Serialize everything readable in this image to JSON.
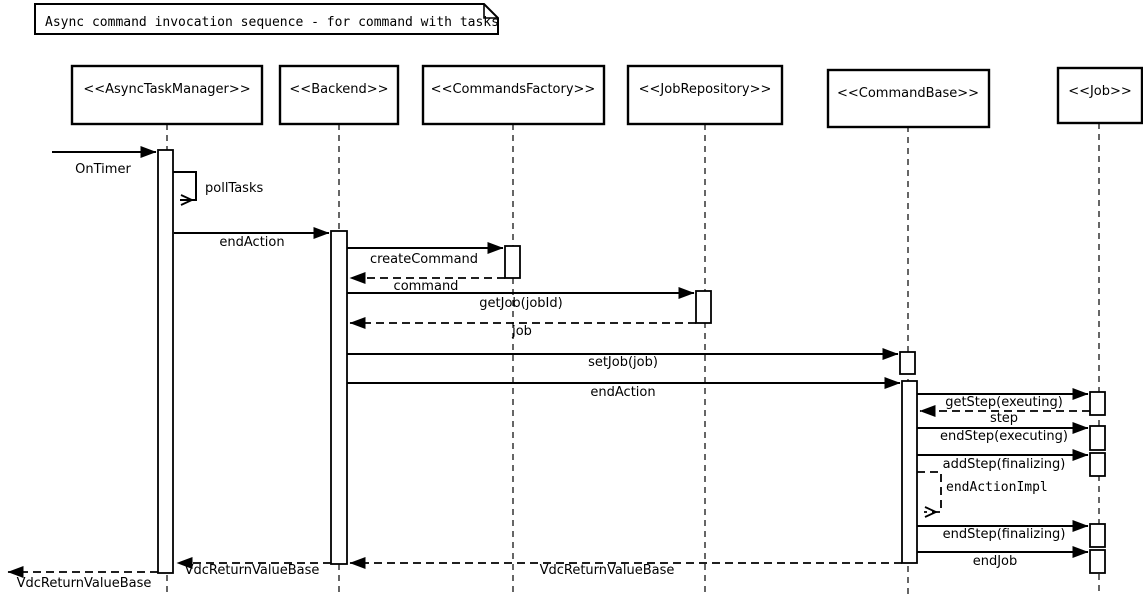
{
  "title": "Async command invocation sequence - for command with tasks",
  "colors": {
    "foreground": "#000000",
    "background": "#ffffff"
  },
  "lifelines": [
    {
      "name": "AsyncTaskManager",
      "label": "<<AsyncTaskManager>>"
    },
    {
      "name": "Backend",
      "label": "<<Backend>>"
    },
    {
      "name": "CommandsFactory",
      "label": "<<CommandsFactory>>"
    },
    {
      "name": "JobRepository",
      "label": "<<JobRepository>>"
    },
    {
      "name": "CommandBase",
      "label": "<<CommandBase>>"
    },
    {
      "name": "Job",
      "label": "<<Job>>"
    }
  ],
  "messages": [
    {
      "label": "OnTimer",
      "from": "caller",
      "to": "AsyncTaskManager",
      "kind": "sync"
    },
    {
      "label": "pollTasks",
      "from": "AsyncTaskManager",
      "to": "AsyncTaskManager",
      "kind": "self"
    },
    {
      "label": "endAction",
      "from": "AsyncTaskManager",
      "to": "Backend",
      "kind": "sync"
    },
    {
      "label": "createCommand",
      "from": "Backend",
      "to": "CommandsFactory",
      "kind": "sync"
    },
    {
      "label": "command",
      "from": "CommandsFactory",
      "to": "Backend",
      "kind": "return"
    },
    {
      "label": "getJob(jobId)",
      "from": "Backend",
      "to": "JobRepository",
      "kind": "sync"
    },
    {
      "label": "job",
      "from": "JobRepository",
      "to": "Backend",
      "kind": "return"
    },
    {
      "label": "setJob(job)",
      "from": "Backend",
      "to": "CommandBase",
      "kind": "sync"
    },
    {
      "label": "endAction",
      "from": "Backend",
      "to": "CommandBase",
      "kind": "sync"
    },
    {
      "label": "getStep(exeuting)",
      "from": "CommandBase",
      "to": "Job",
      "kind": "sync"
    },
    {
      "label": "step",
      "from": "Job",
      "to": "CommandBase",
      "kind": "return"
    },
    {
      "label": "endStep(executing)",
      "from": "CommandBase",
      "to": "Job",
      "kind": "sync"
    },
    {
      "label": "addStep(finalizing)",
      "from": "CommandBase",
      "to": "Job",
      "kind": "sync"
    },
    {
      "label": "endActionImpl",
      "from": "CommandBase",
      "to": "CommandBase",
      "kind": "self-return"
    },
    {
      "label": "endStep(finalizing)",
      "from": "CommandBase",
      "to": "Job",
      "kind": "sync"
    },
    {
      "label": "endJob",
      "from": "CommandBase",
      "to": "Job",
      "kind": "sync"
    },
    {
      "label": "VdcReturnValueBase",
      "from": "CommandBase",
      "to": "Backend",
      "kind": "return"
    },
    {
      "label": "VdcReturnValueBase",
      "from": "Backend",
      "to": "AsyncTaskManager",
      "kind": "return"
    },
    {
      "label": "VdcReturnValueBase",
      "from": "AsyncTaskManager",
      "to": "caller",
      "kind": "return"
    }
  ]
}
